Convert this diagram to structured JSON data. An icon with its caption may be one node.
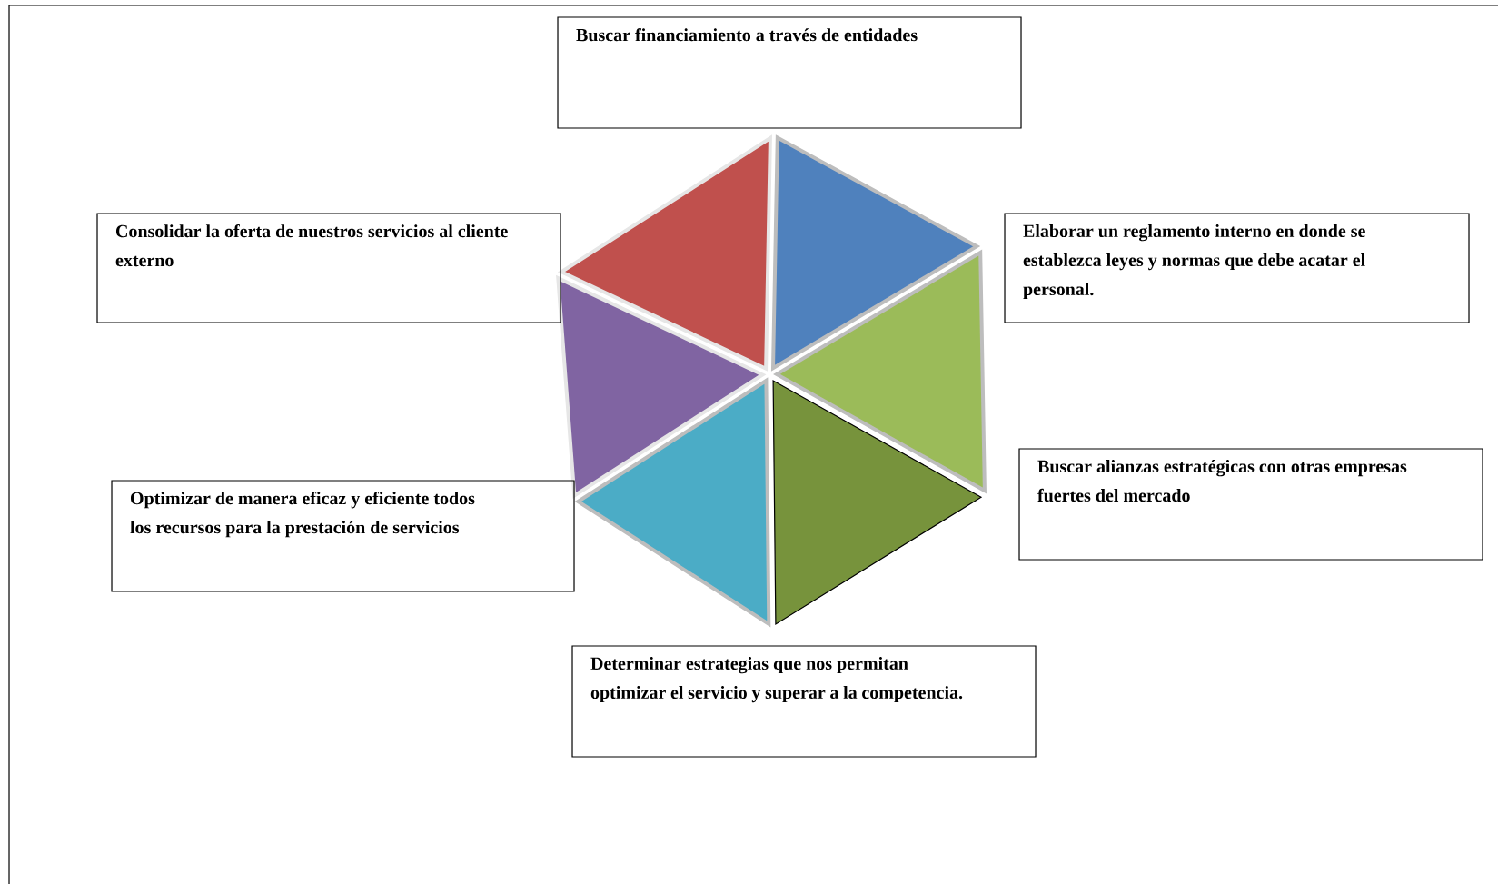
{
  "diagram": {
    "nodes": [
      {
        "text": [
          "Buscar financiamiento a través de entidades"
        ]
      },
      {
        "text": [
          "Consolidar la oferta de nuestros servicios al cliente externo"
        ]
      },
      {
        "text": [
          "Elaborar un reglamento interno en donde se establezca leyes y normas que debe acatar el personal."
        ]
      },
      {
        "text": [
          "Buscar alianzas estratégicas con otras empresas fuertes del mercado"
        ]
      },
      {
        "text": [
          "Optimizar de manera eficaz y eficiente todos los recursos para la prestación de servicios"
        ]
      },
      {
        "text": [
          "Determinar estrategias que nos permitan optimizar el servicio y superar a la competencia."
        ]
      }
    ]
  }
}
